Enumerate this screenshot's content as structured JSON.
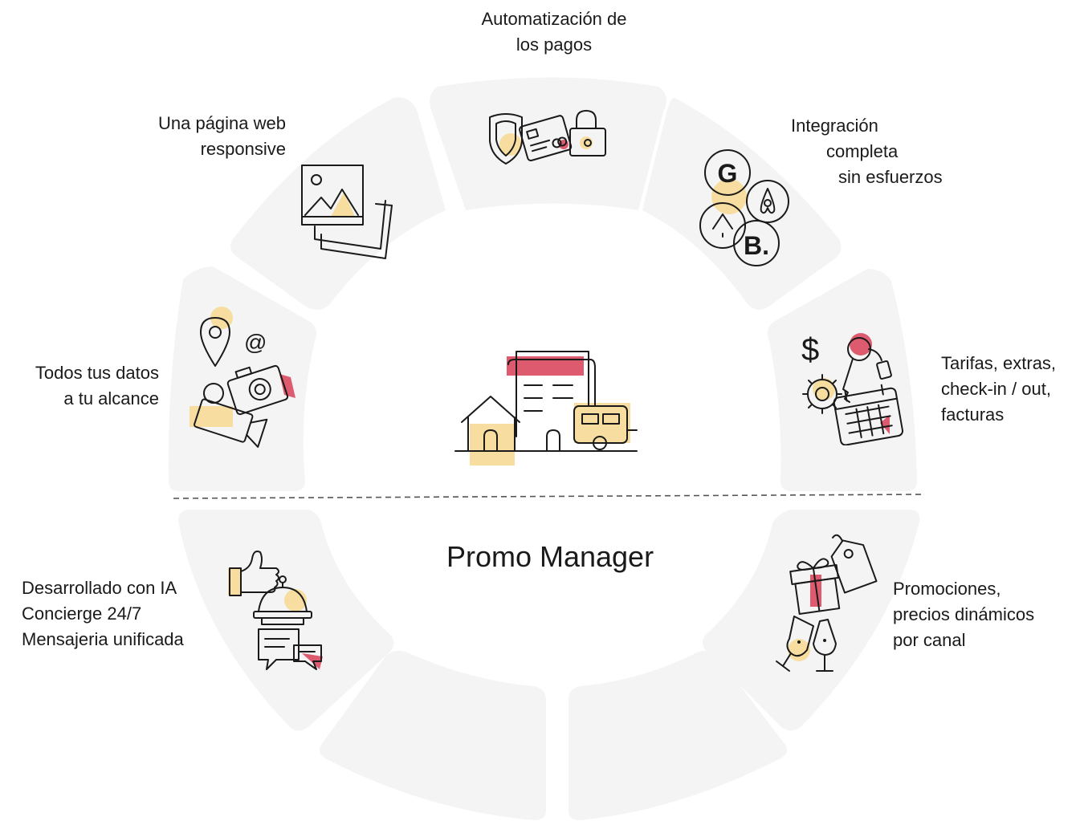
{
  "title": "Promo Manager",
  "colors": {
    "segment": "#f4f4f4",
    "accent_yellow": "#f7dea0",
    "accent_red": "#de5a6e",
    "line": "#1a1a1a",
    "divider": "#555555"
  },
  "features": {
    "payments": {
      "lines": [
        "Automatización de",
        "los pagos"
      ],
      "icon": "payments-card-lock-icon"
    },
    "website": {
      "lines": [
        "Una página web",
        "responsive"
      ],
      "icon": "image-gallery-icon"
    },
    "integration": {
      "lines": [
        "Integración",
        "completa",
        "sin esfuerzos"
      ],
      "icon": "channel-logos-icon"
    },
    "data": {
      "lines": [
        "Todos tus datos",
        "a tu alcance"
      ],
      "icon": "media-data-icon"
    },
    "rates": {
      "lines": [
        "Tarifas, extras,",
        "check-in / out,",
        "facturas"
      ],
      "icon": "rates-calendar-key-icon"
    },
    "concierge": {
      "lines": [
        "Desarrollado con IA",
        "Concierge 24/7",
        "Mensajeria unificada"
      ],
      "icon": "concierge-bell-icon"
    },
    "promotions": {
      "lines": [
        "Promociones,",
        "precios dinámicos",
        "por canal"
      ],
      "icon": "gift-champagne-icon"
    }
  },
  "center_icon": "property-types-icon"
}
